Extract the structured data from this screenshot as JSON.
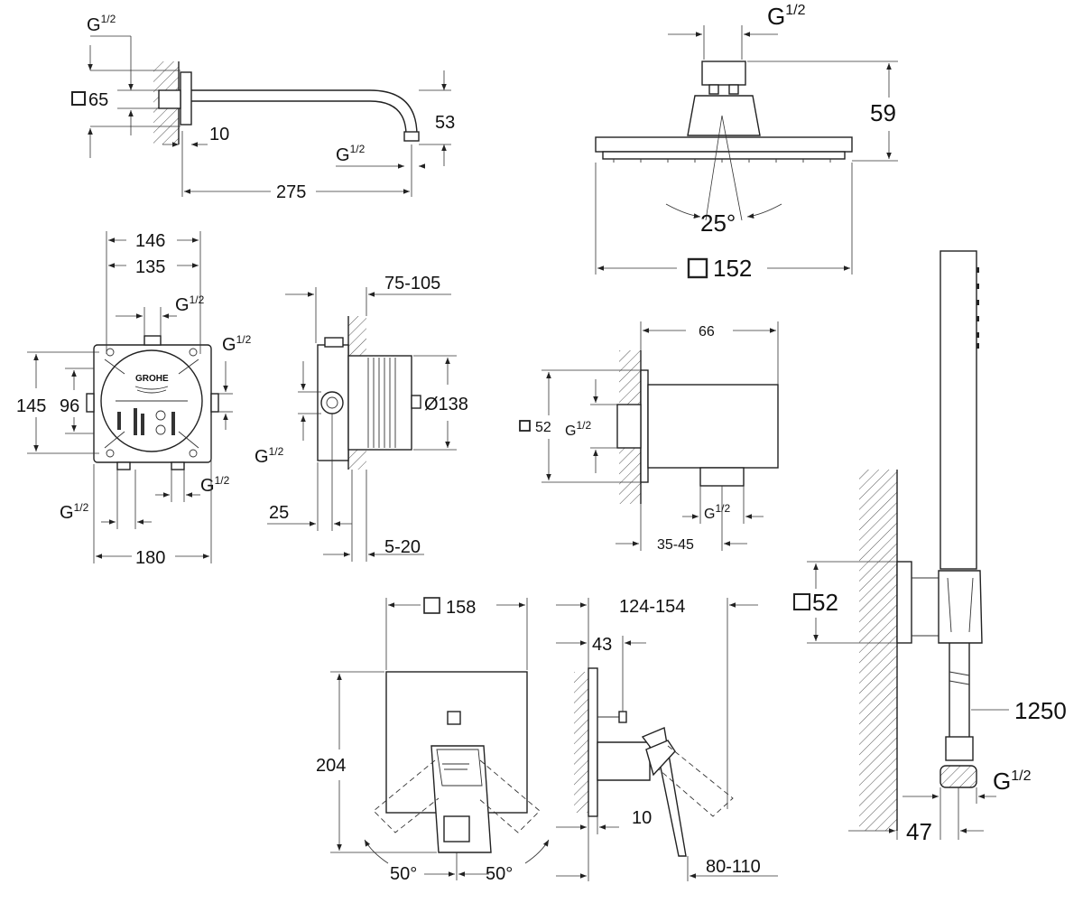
{
  "labels": {
    "arm_thread_top": "G",
    "arm_thread_top_frac": "1/2",
    "arm_flange": "65",
    "arm_wall": "10",
    "arm_thread_bottom": "G",
    "arm_thread_bottom_frac": "1/2",
    "arm_drop": "53",
    "arm_length": "275",
    "head_thread": "G",
    "head_thread_frac": "1/2",
    "head_height": "59",
    "head_angle": "25°",
    "head_width": "152",
    "box_w_outer": "146",
    "box_w_inner": "135",
    "box_thread_top": "G",
    "box_thread_top_frac": "1/2",
    "box_thread_right": "G",
    "box_thread_right_frac": "1/2",
    "box_h_outer": "145",
    "box_h_inner": "96",
    "box_thread_bl": "G",
    "box_thread_bl_frac": "1/2",
    "box_thread_br": "G",
    "box_thread_br_frac": "1/2",
    "box_width": "180",
    "box_brand": "GROHE",
    "side_depth": "75-105",
    "side_diameter": "Ø138",
    "side_thread": "G",
    "side_thread_frac": "1/2",
    "side_offset": "25",
    "side_wall": "5-20",
    "elbow_depth": "66",
    "elbow_square": "52",
    "elbow_thread": "G",
    "elbow_thread_frac": "1/2",
    "elbow_thread_bottom": "G",
    "elbow_thread_bottom_frac": "1/2",
    "elbow_range": "35-45",
    "plate_size": "158",
    "plate_height": "204",
    "plate_angle_left": "50°",
    "plate_angle_right": "50°",
    "lever_range": "124-154",
    "lever_offset": "43",
    "lever_depth": "10",
    "lever_wall": "80-110",
    "holder_square": "52",
    "hose_length": "1250",
    "hose_thread": "G",
    "hose_thread_frac": "1/2",
    "hose_width": "47"
  },
  "icons": {
    "square_symbol": "square-outline",
    "diameter_symbol": "diameter"
  },
  "colors": {
    "line": "#222222",
    "background": "#ffffff"
  }
}
